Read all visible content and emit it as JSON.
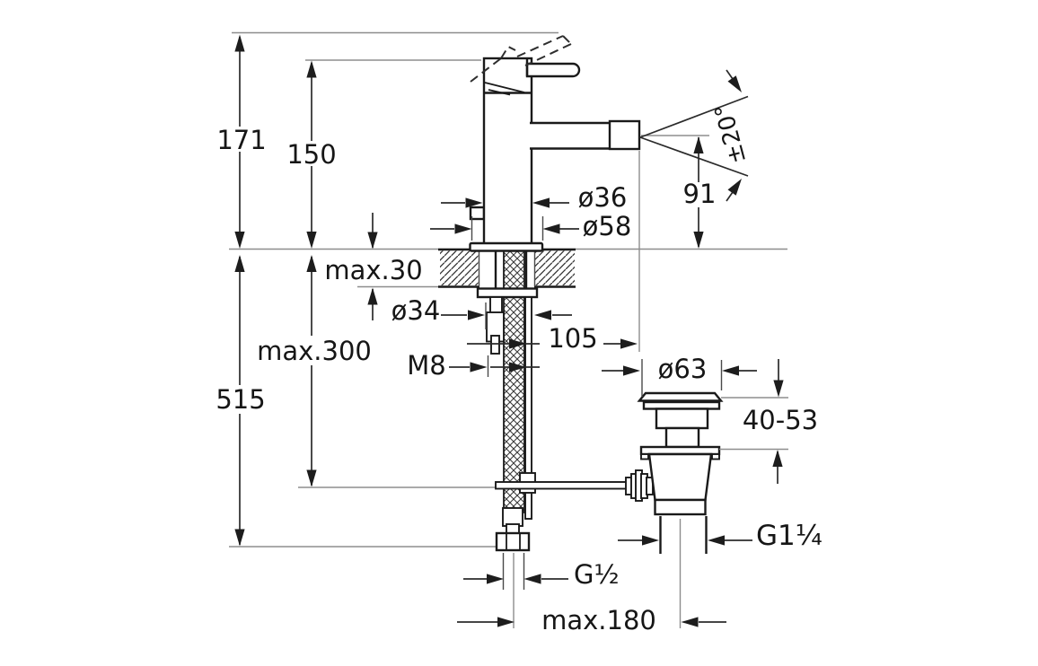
{
  "drawing": {
    "background": "#ffffff",
    "line_color": "#1a1a1a",
    "labels": {
      "height_total": "171",
      "height_body": "150",
      "deck_thickness": "max.30",
      "hole_diameter": "ø34",
      "stud_thread": "M8",
      "hose_depth": "max.300",
      "total_depth": "515",
      "spout_diameter": "ø36",
      "base_diameter": "ø58",
      "spout_reach": "105",
      "spout_height": "91",
      "spray_angle": "±20°",
      "waste_cap_diameter": "ø63",
      "waste_height_range": "40-53",
      "waste_thread": "G1¼",
      "supply_thread": "G½",
      "rod_reach": "max.180"
    }
  }
}
